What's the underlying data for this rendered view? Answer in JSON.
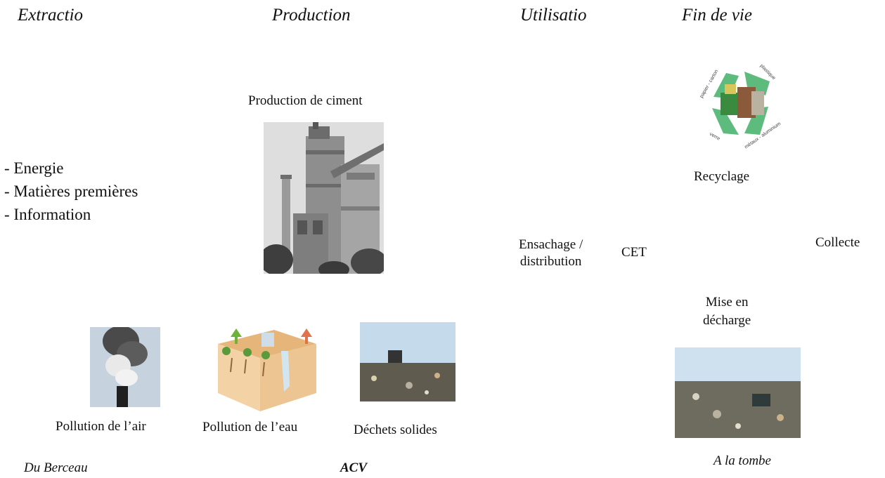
{
  "phases": {
    "extraction": "Extractio",
    "production": "Production",
    "utilisation": "Utilisatio",
    "end_of_life": "Fin de vie"
  },
  "production_label": "Production de ciment",
  "inputs": [
    "- Energie",
    "- Matières premières",
    "- Information"
  ],
  "recycling_label": "Recyclage",
  "bagging_label_line1": "Ensachage /",
  "bagging_label_line2": "distribution",
  "cet_label": "CET",
  "collection_label": "Collecte",
  "landfill_label_line1": "Mise en",
  "landfill_label_line2": "décharge",
  "pollutions": {
    "air": "Pollution de l’air",
    "water": "Pollution de l’eau",
    "solid": "Déchets solides"
  },
  "recycle_logo_text": {
    "paper": "papier - carton",
    "plastic": "plastique",
    "glass": "verre",
    "metal": "métaux - aluminium"
  },
  "footer": {
    "cradle": "Du Berceau",
    "acv": "ACV",
    "grave": "A la tombe"
  },
  "colors": {
    "recycle_green": "#5dbb7d",
    "plant_gray": "#7a7a7a",
    "arrow_green": "#6fb23a",
    "arrow_orange": "#e0734a",
    "soil": "#e9c18c"
  }
}
